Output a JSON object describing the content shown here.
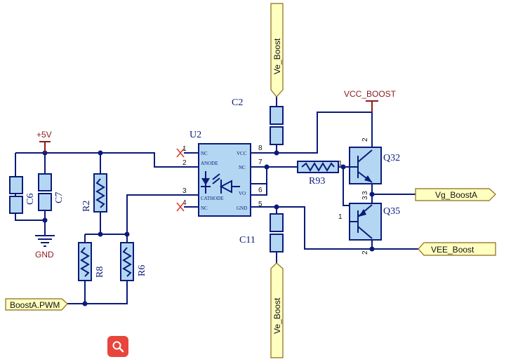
{
  "schematic": {
    "refs": {
      "c2": "C2",
      "c6": "C6",
      "c7": "C7",
      "c11": "C11",
      "r2": "R2",
      "r6": "R6",
      "r8": "R8",
      "r93": "R93",
      "u2": "U2",
      "q32": "Q32",
      "q35": "Q35"
    },
    "power": {
      "vcc5": "+5V",
      "gnd": "GND",
      "vcc_boost": "VCC_BOOST"
    },
    "ports": {
      "ve_boost_top": "Ve_Boost",
      "ve_boost_bottom": "Ve_Boost",
      "vg_boosta": "Vg_BoostA",
      "vee_boost": "VEE_Boost",
      "boosta_pwm": "BoostA.PWM"
    },
    "u2_pins": {
      "p1": "1",
      "p2": "2",
      "p3": "3",
      "p4": "4",
      "p5": "5",
      "p6": "6",
      "p7": "7",
      "p8": "8"
    },
    "u2_pin_names": {
      "nc_left_top": "NC",
      "anode": "ANODE",
      "cathode": "CATHODE",
      "nc_left_bottom": "NC",
      "vcc": "VCC",
      "nc_right": "NC",
      "vo": "VO",
      "gnd": "GND"
    },
    "transistor_pins": {
      "q32_base": "1",
      "q32_collector": "2",
      "q32_emitter": "3",
      "q35_base": "1",
      "q35_emitter": "3",
      "q35_collector": "2"
    }
  },
  "toolbar": {
    "zoom_icon": "zoom-icon"
  }
}
